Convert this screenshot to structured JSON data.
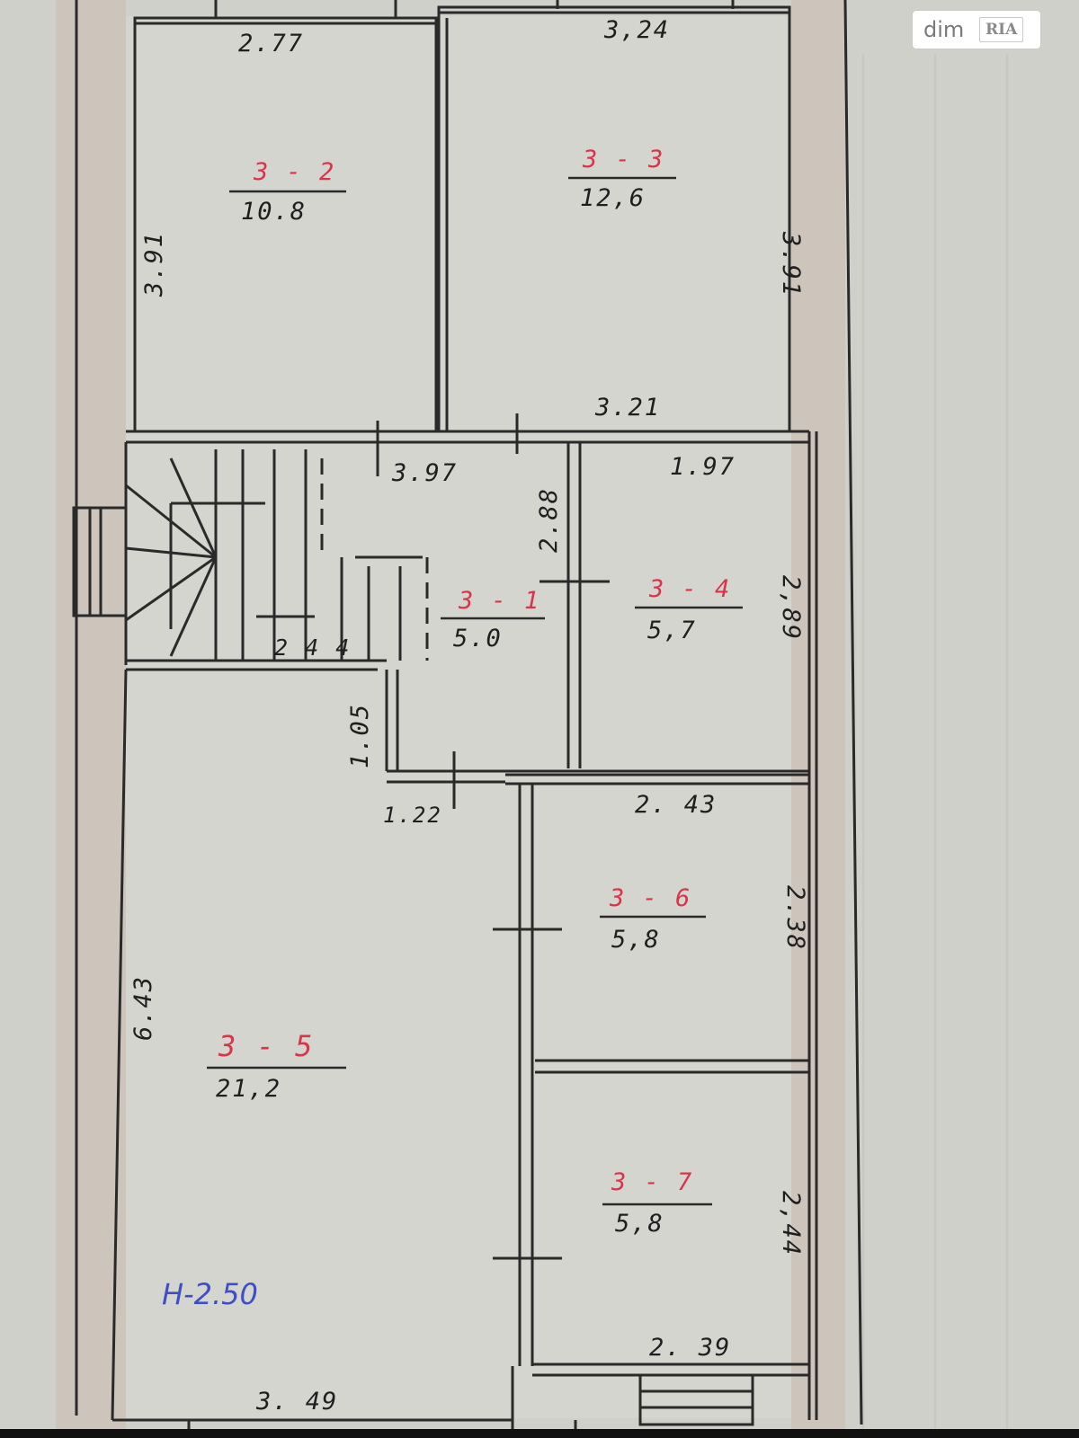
{
  "logo": {
    "brand": "dim",
    "mark": "RIA"
  },
  "height_note": "Н-2.50",
  "rooms": [
    {
      "id": "room-3-2",
      "code": "3 - 2",
      "area": "10.8"
    },
    {
      "id": "room-3-3",
      "code": "3 - 3",
      "area": "12,6"
    },
    {
      "id": "room-3-1",
      "code": "3 - 1",
      "area": "5.0"
    },
    {
      "id": "room-3-4",
      "code": "3 - 4",
      "area": "5,7"
    },
    {
      "id": "room-3-6",
      "code": "3 - 6",
      "area": "5,8"
    },
    {
      "id": "room-3-5",
      "code": "3 - 5",
      "area": "21,2"
    },
    {
      "id": "room-3-7",
      "code": "3 - 7",
      "area": "5,8"
    }
  ],
  "dimensions": [
    {
      "id": "dim-2-77",
      "text": "2.77"
    },
    {
      "id": "dim-3-24",
      "text": "3,24"
    },
    {
      "id": "dim-3-91-left",
      "text": "3.91"
    },
    {
      "id": "dim-3-91-right",
      "text": "3.91"
    },
    {
      "id": "dim-3-21",
      "text": "3.21"
    },
    {
      "id": "dim-3-97",
      "text": "3.97"
    },
    {
      "id": "dim-1-97",
      "text": "1.97"
    },
    {
      "id": "dim-2-88",
      "text": "2.88"
    },
    {
      "id": "dim-2-89",
      "text": "2,89"
    },
    {
      "id": "dim-2-44-stair",
      "text": "2 4 4"
    },
    {
      "id": "dim-1-05",
      "text": "1.05"
    },
    {
      "id": "dim-1-22",
      "text": "1.22"
    },
    {
      "id": "dim-2-43",
      "text": "2. 43"
    },
    {
      "id": "dim-2-38",
      "text": "2.38"
    },
    {
      "id": "dim-6-43",
      "text": "6.43"
    },
    {
      "id": "dim-2-44-right",
      "text": "2,44"
    },
    {
      "id": "dim-2-39",
      "text": "2. 39"
    },
    {
      "id": "dim-3-49",
      "text": "3. 49"
    }
  ]
}
